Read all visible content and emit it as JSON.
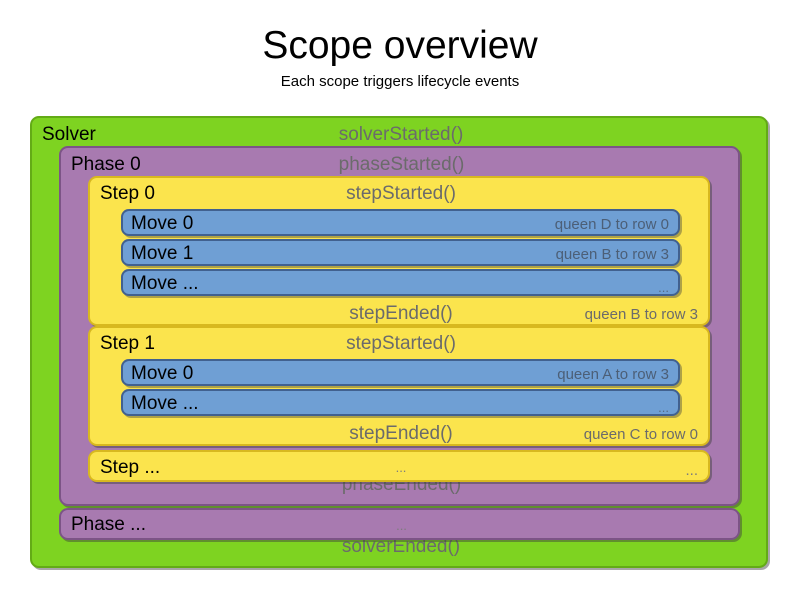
{
  "header": {
    "title": "Scope overview",
    "subtitle": "Each scope triggers lifecycle events"
  },
  "colors": {
    "solver": "#7ed321",
    "phase": "#a87ab0",
    "step": "#fbe44d",
    "move": "#6f9fd4",
    "event_text": "#6b6b6b",
    "label_text": "#000000",
    "background": "#ffffff"
  },
  "solver": {
    "label": "Solver",
    "started_event": "solverStarted()",
    "ended_event": "solverEnded()"
  },
  "phases": [
    {
      "label": "Phase 0",
      "started_event": "phaseStarted()",
      "ended_event": "phaseEnded()",
      "steps": [
        {
          "label": "Step 0",
          "started_event": "stepStarted()",
          "ended_event": "stepEnded()",
          "result": "queen B to row 3",
          "moves": [
            {
              "label": "Move 0",
              "detail": "queen D to row 0"
            },
            {
              "label": "Move 1",
              "detail": "queen B to row 3"
            },
            {
              "label": "Move ...",
              "detail": "..."
            }
          ]
        },
        {
          "label": "Step 1",
          "started_event": "stepStarted()",
          "ended_event": "stepEnded()",
          "result": "queen C to row 0",
          "moves": [
            {
              "label": "Move 0",
              "detail": "queen A to row 3"
            },
            {
              "label": "Move ...",
              "detail": "..."
            }
          ]
        },
        {
          "label": "Step ...",
          "started_event": "...",
          "ended_event": "",
          "result": "...",
          "moves": []
        }
      ]
    },
    {
      "label": "Phase ...",
      "started_event": "...",
      "ended_event": "",
      "steps": []
    }
  ]
}
